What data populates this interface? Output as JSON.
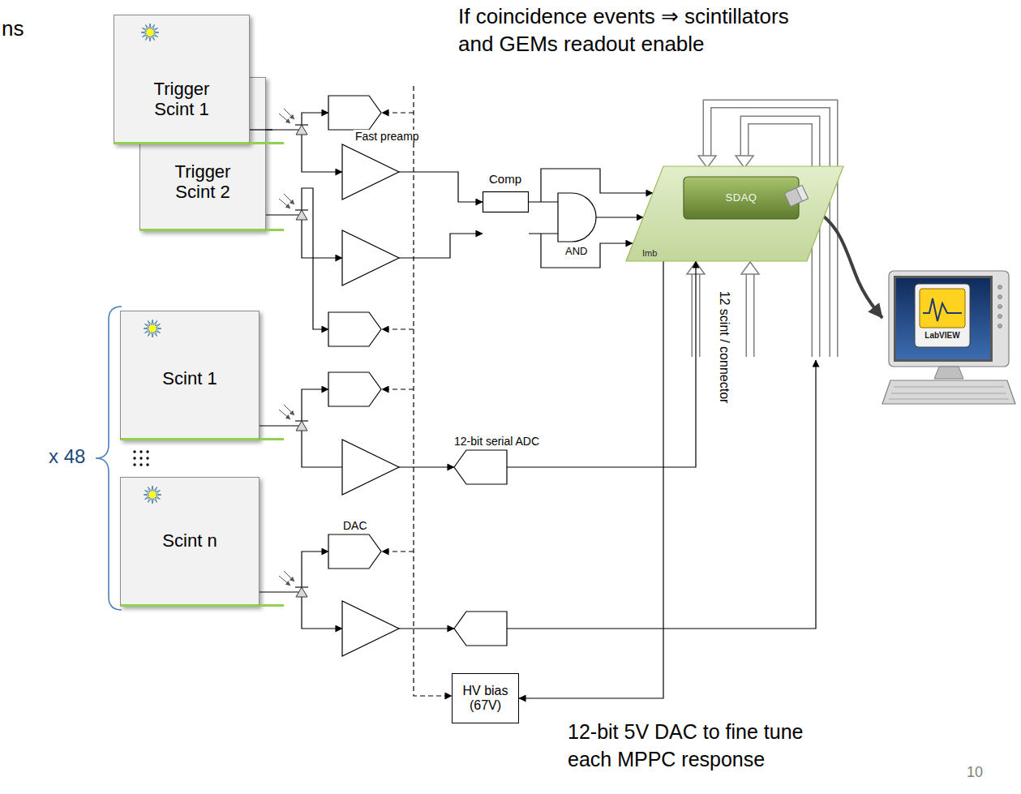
{
  "diagram": {
    "nodes": [
      {
        "text": [
          "Trigger Scint 1"
        ]
      },
      {
        "text": [
          "Trigger Scint 2"
        ]
      },
      {
        "text": [
          "Scint 1"
        ]
      },
      {
        "text": [
          "Scint n"
        ]
      },
      {
        "text": [
          "Fast preamp"
        ]
      },
      {
        "text": [
          "Comp"
        ]
      },
      {
        "text": [
          "AND"
        ]
      },
      {
        "text": [
          "Imb"
        ]
      },
      {
        "text": [
          "SDAQ"
        ],
        "in": 7
      },
      {
        "text": [
          "LabVIEW"
        ]
      },
      {
        "text": [
          "12-bit serial ADC"
        ]
      },
      {
        "text": [
          "DAC"
        ]
      },
      {
        "text": [
          "HV bias (67V)"
        ]
      }
    ],
    "edges": [
      {
        "from": 0,
        "to": 4,
        "arrow": "to"
      },
      {
        "from": 4,
        "to": 5,
        "arrow": "to"
      },
      {
        "from": 5,
        "to": 6,
        "arrow": "none"
      },
      {
        "from": 6,
        "to": 7,
        "arrow": "to"
      },
      {
        "from": 2,
        "to": 10,
        "arrow": "to"
      },
      {
        "from": 10,
        "to": 7,
        "label": "12 scint / connector",
        "arrow": "to"
      },
      {
        "from": 3,
        "to": 11,
        "arrow": "to"
      },
      {
        "from": 7,
        "to": 12,
        "arrow": "to"
      },
      {
        "from": 8,
        "to": 9,
        "arrow": "to"
      }
    ],
    "labels": [
      "ns",
      "If coincidence events ⇒ scintillators and GEMs readout enable",
      "x 48",
      "12-bit 5V DAC to fine tune each MPPC response",
      "10"
    ]
  }
}
